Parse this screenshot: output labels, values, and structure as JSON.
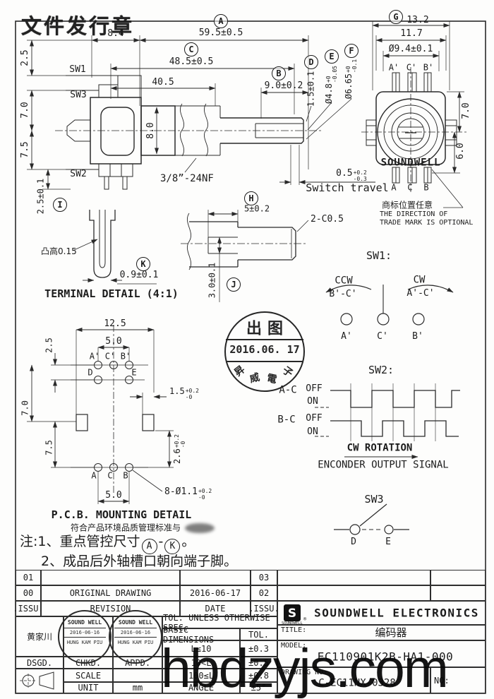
{
  "sheet": {
    "doc_stamp": "文件发行章",
    "watermark": "hbdzyjs.com"
  },
  "side_view": {
    "dim_8_4": "8.4",
    "callout_a": "A",
    "dim_a": "59.5±0.5",
    "callout_c": "C",
    "dim_c": "48.5±0.5",
    "dim_40_5": "40.5",
    "callout_b": "B",
    "dim_b": "9.0±0.2",
    "callout_d": "D",
    "dim_d": "1.5±0.1",
    "callout_e": "E",
    "dim_e_base": "Ø4.8",
    "dim_e_tol_top": "+0",
    "dim_e_tol_bot": "-0.05",
    "callout_f": "F",
    "dim_f_base": "Ø6.65",
    "dim_f_tol_top": "+0",
    "dim_f_tol_bot": "-0.1",
    "dim_2_5": "2.5",
    "label_sw1": "SW1",
    "label_sw3": "SW3",
    "label_sw2": "SW2",
    "dim_7_0": "7.0",
    "dim_7_5": "7.5",
    "dim_8_0": "8.0",
    "dim_2_5_tol": "2.5±0.1",
    "callout_i": "I",
    "thread": "3/8”-24NF",
    "travel_base": "0.5",
    "travel_tol_top": "+0.2",
    "travel_tol_bot": "-0.3",
    "travel_label": "Switch travel"
  },
  "rear_view": {
    "callout_g": "G",
    "dim_13_2": "13.2",
    "dim_11_7": "11.7",
    "dim_dia": "Ø9.4±0.1",
    "pin_a_top": "A'",
    "pin_c_top": "C'",
    "pin_b_top": "B'",
    "brand": "SOUNDWELL",
    "pin_a": "A",
    "pin_c": "C",
    "pin_b": "B",
    "dim_7_0": "7.0",
    "dim_6_0": "6.0",
    "trademark_cn": "商标位置任意",
    "trademark_en1": "THE DIRECTION OF",
    "trademark_en2": "TRADE MARK IS OPTIONAL"
  },
  "terminal_detail": {
    "bump": "凸高0.15",
    "callout_k": "K",
    "dim_0_9": "0.9±0.1",
    "caption": "TERMINAL DETAIL (4:1)"
  },
  "shaft_detail": {
    "callout_h": "H",
    "dim_5": "5±0.2",
    "chamfer": "2-C0.5",
    "dim_3_0": "3.0±0.1",
    "callout_j": "J"
  },
  "release_stamp": {
    "title": "出图",
    "date": "2016.06. 17",
    "c1": "昇",
    "c2": "威",
    "c3": "電",
    "c4": "子"
  },
  "sw1": {
    "title": "SW1:",
    "ccw": "CCW",
    "ccw_pair": "B'-C'",
    "cw": "CW",
    "cw_pair": "A'-C'",
    "pin_a": "A'",
    "pin_c": "C'",
    "pin_b": "B'"
  },
  "sw2": {
    "title": "SW2:",
    "row_a": "A-C",
    "row_b": "B-C",
    "off_a": "OFF",
    "on_a": "ON",
    "off_b": "OFF",
    "on_b": "ON",
    "rotation": "CW ROTATION",
    "caption": "ENCONDER OUTPUT SIGNAL"
  },
  "sw3": {
    "title": "SW3",
    "pin_d": "D",
    "pin_e": "E"
  },
  "pcb_detail": {
    "dim_12_5": "12.5",
    "dim_5_top": "5.0",
    "dim_2_5": "2.5",
    "dim_7_0": "7.0",
    "dim_7_5": "7.5",
    "pin_a_top": "A'",
    "pin_c_top": "C'",
    "pin_b_top": "B'",
    "pin_d": "D",
    "pin_e": "E",
    "dim_1_5_base": "1.5",
    "dim_1_5_top": "+0.2",
    "dim_1_5_bot": "-0",
    "dim_2_6_base": "2.6",
    "dim_2_6_top": "+0.2",
    "dim_2_6_bot": "-0",
    "pin_a": "A",
    "pin_c": "C",
    "pin_b": "B",
    "dim_5_bot": "5.0",
    "holes_base": "8-Ø1.1",
    "holes_top": "+0.2",
    "holes_bot": "-0",
    "caption": "P.C.B. MOUNTING DETAIL",
    "eco_note": "符合产品环境品质管理标准与"
  },
  "notes": {
    "prefix": "注:1、重点管控尺寸",
    "ca": "A",
    "dash": "-",
    "ck": "K",
    "suffix": "。",
    "line2": "2、成品后外轴槽口朝向端子脚。"
  },
  "title_block": {
    "rev": [
      {
        "issu": "01",
        "revision": "",
        "date": "",
        "issu2": "03"
      },
      {
        "issu": "00",
        "revision": "ORIGINAL  DRAWING",
        "date": "2016-06-17",
        "issu2": "02"
      }
    ],
    "issu_label": ".ISSU.",
    "revision_label": "REVISION",
    "date_label": "DATE",
    "issu2_label": ".ISSU.",
    "company": "SOUNDWELL ELECTRONICS",
    "logo_letter": "S",
    "logo_text": "SOUNDWELL",
    "reg": "®",
    "designer": "黄家川",
    "stamp_name": "SOUND WELL",
    "stamp_date": "2016-06-16",
    "stamp_person": "HUNG KAM PIU",
    "tol_header": "TOL. UNLESS OTHERWISE SPEC.",
    "basic_dim": "BASIC DIMENSIONS",
    "tol_label": "TOL.",
    "tol_rows": [
      {
        "range": "L≤10",
        "tol": "±0.3"
      },
      {
        "range": "10<L",
        "tol": "±0.5"
      },
      {
        "range": "100≤L",
        "tol": "±0.8"
      },
      {
        "range": "ANGLE",
        "tol": "±5°"
      }
    ],
    "dsgd": "DSGD.",
    "chkd": "CHKD.",
    "appd": "APPD.",
    "scale": "SCALE",
    "unit": "UNIT",
    "unit_value": "mm",
    "title_label": "TITLE:",
    "title_value": "编码器",
    "model_label": "MODEL:",
    "model_value": "EC110901K2B-HA1-000",
    "drawing_label": "DRAWING NO:",
    "drawing_no": "C-EC11NX-0328",
    "no_label": "NO:"
  }
}
